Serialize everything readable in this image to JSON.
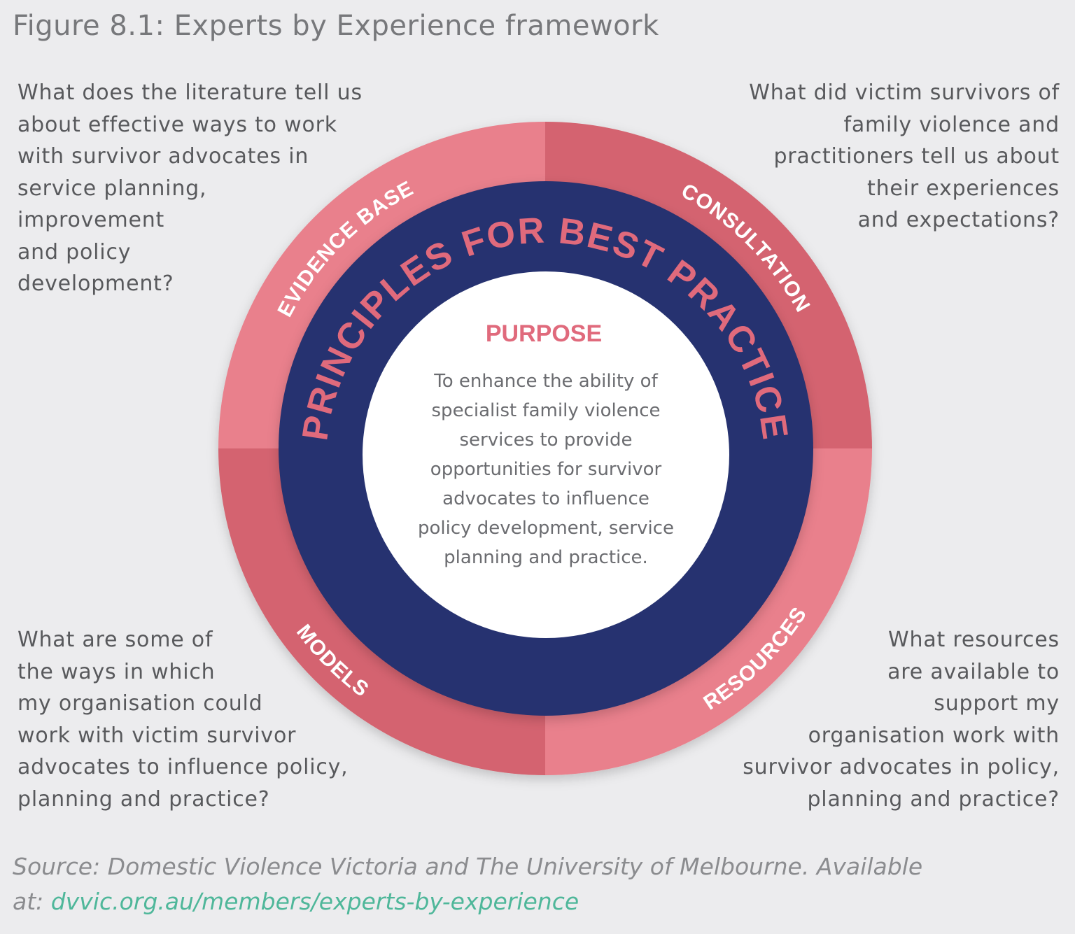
{
  "title": "Figure 8.1: Experts by Experience framework",
  "questions": {
    "top_left": "What does the literature tell us\nabout effective ways to work\nwith survivor advocates in\nservice planning,\nimprovement\nand policy\ndevelopment?",
    "top_right": "What did victim survivors of\nfamily violence and\npractitioners tell us about\ntheir experiences\nand expectations?",
    "bottom_left": "What are some of\nthe ways in which\nmy organisation could\nwork with victim survivor\nadvocates to influence policy,\nplanning and practice?",
    "bottom_right": "What resources\nare available to\nsupport my\norganisation work with\nsurvivor advocates in policy,\nplanning and practice?"
  },
  "ring_labels": {
    "evidence_base": "EVIDENCE BASE",
    "consultation": "CONSULTATION",
    "models": "MODELS",
    "resources": "RESOURCES"
  },
  "principles": "PRINCIPLES FOR BEST PRACTICE",
  "purpose": {
    "heading": "PURPOSE",
    "lines": [
      "To enhance the ability of",
      "specialist family violence",
      "services to provide",
      "opportunities for survivor",
      "advocates to influence",
      "policy development, service",
      "planning and practice."
    ]
  },
  "source": {
    "text": "Source: Domestic Violence Victoria and The University of Melbourne. Available",
    "at": "at: ",
    "link": "dvvic.org.au/members/experts-by-experience"
  },
  "colors": {
    "pink_light": "#e9808c",
    "pink_dark": "#d4636f",
    "navy": "#283170",
    "accent_text": "#e06a7c",
    "link": "#4fb79a"
  }
}
